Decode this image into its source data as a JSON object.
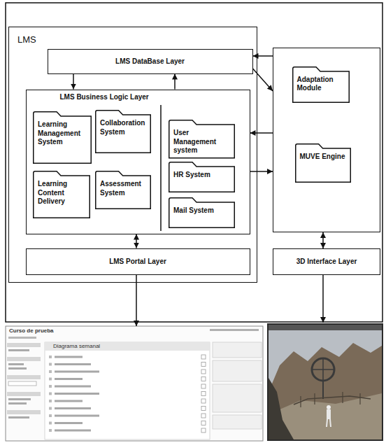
{
  "diagram": {
    "nodes": [
      {
        "text": [
          "LMS"
        ]
      },
      {
        "text": [
          "LMS DataBase Layer"
        ],
        "in": 0
      },
      {
        "text": [
          "LMS Business Logic Layer"
        ],
        "in": 0
      },
      {
        "text": [
          "Learning Management System"
        ],
        "in": 2
      },
      {
        "text": [
          "Collaboration System"
        ],
        "in": 2
      },
      {
        "text": [
          "Learning Content Delivery"
        ],
        "in": 2
      },
      {
        "text": [
          "Assessment System"
        ],
        "in": 2
      },
      {
        "text": [
          "User Management system"
        ],
        "in": 2
      },
      {
        "text": [
          "HR System"
        ],
        "in": 2
      },
      {
        "text": [
          "Mail System"
        ],
        "in": 2
      },
      {
        "text": [
          "LMS Portal Layer"
        ],
        "in": 0
      },
      {
        "text": []
      },
      {
        "text": [
          "Adaptation Module"
        ],
        "in": 11
      },
      {
        "text": [
          "MUVE Engine"
        ],
        "in": 11
      },
      {
        "text": [
          "3D Interface Layer"
        ]
      }
    ],
    "edges": [
      {
        "from": 1,
        "to": 2,
        "arrow": "to"
      },
      {
        "from": 2,
        "to": 1,
        "arrow": "to"
      },
      {
        "from": 11,
        "to": 1,
        "arrow": "to"
      },
      {
        "from": 1,
        "to": 11,
        "arrow": "to"
      },
      {
        "from": 11,
        "to": 2,
        "arrow": "to"
      },
      {
        "from": 2,
        "to": 11,
        "arrow": "to"
      },
      {
        "from": 2,
        "to": 10,
        "arrow": "both"
      },
      {
        "from": 11,
        "to": 14,
        "arrow": "both"
      }
    ],
    "labels": [
      "Curso de prueba",
      "Diagrama semanal"
    ]
  }
}
